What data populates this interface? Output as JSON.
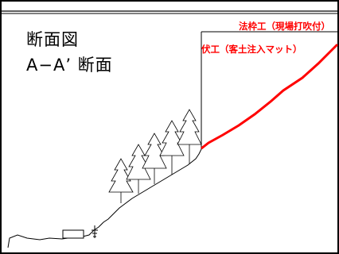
{
  "drawing": {
    "title": "断面図",
    "section": "A−A’ 断面"
  },
  "annotations": {
    "slope_frame": "法枠工（現場打吹付）",
    "vegetation": "伏工（客土注入マット）"
  },
  "colors": {
    "line": "#000000",
    "highlight": "#ff0000",
    "background": "#ffffff"
  }
}
